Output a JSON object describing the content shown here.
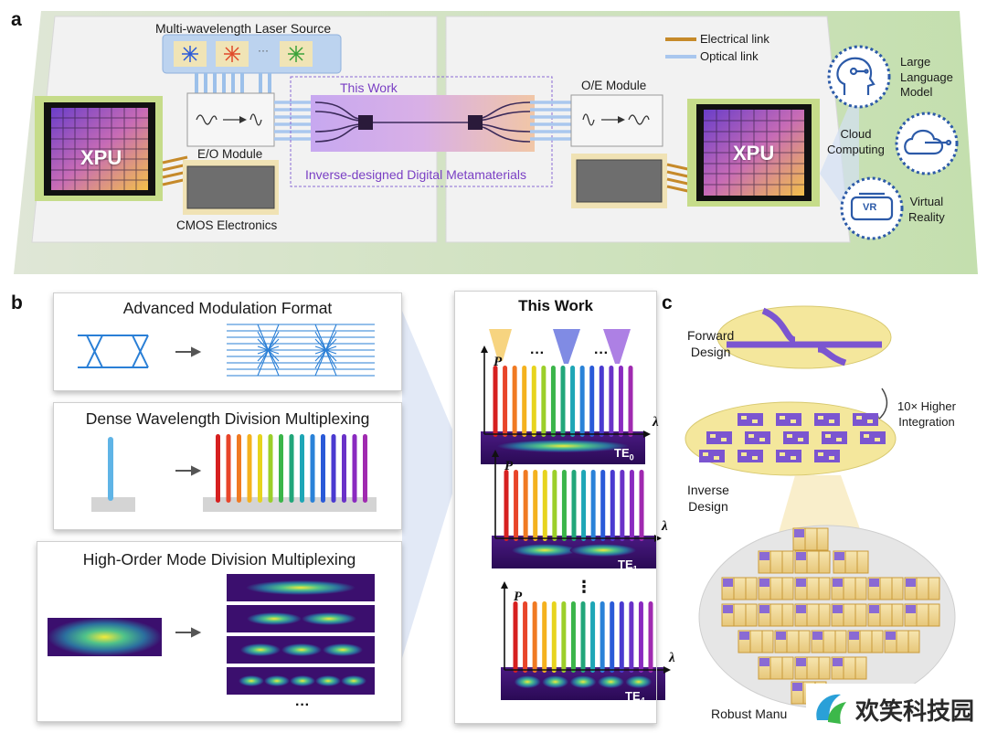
{
  "panel_a": {
    "letter": "a",
    "laser_source": "Multi-wavelength Laser Source",
    "laser_dots": "···",
    "this_work": "This Work",
    "inverse_designed": "Inverse-designed Digital Metamaterials",
    "eo_module": "E/O Module",
    "oe_module": "O/E Module",
    "cmos": "CMOS Electronics",
    "xpu_left": "XPU",
    "xpu_right": "XPU",
    "legend": {
      "electrical": "Electrical link",
      "optical": "Optical link"
    },
    "applications": [
      {
        "label_lines": [
          "Large",
          "Language",
          "Model"
        ],
        "icon": "brain-head-icon"
      },
      {
        "label_lines": [
          "Cloud",
          "Computing"
        ],
        "icon": "cloud-circuit-icon"
      },
      {
        "label_lines": [
          "Virtual",
          "Reality"
        ],
        "icon": "vr-headset-icon"
      }
    ],
    "vr_badge": "VR"
  },
  "panel_b": {
    "letter": "b",
    "cards": [
      {
        "title": "Advanced Modulation Format"
      },
      {
        "title": "Dense Wavelength Division Multiplexing"
      },
      {
        "title": "High-Order Mode Division Multiplexing",
        "ellipsis": "···"
      }
    ],
    "this_work": {
      "title": "This Work",
      "axis_p": "P",
      "axis_lambda": "λ",
      "dots": "···",
      "vdots": "⋮",
      "modes": [
        {
          "base": "TE",
          "sub": "0"
        },
        {
          "base": "TE",
          "sub": "1"
        },
        {
          "base": "TE",
          "sub": "4"
        }
      ]
    }
  },
  "panel_c": {
    "letter": "c",
    "forward_design": [
      "Forward",
      "Design"
    ],
    "integration": [
      "10× Higher",
      "Integration"
    ],
    "inverse_design": [
      "Inverse",
      "Design"
    ],
    "robust": "Robust Manu"
  },
  "watermark": "欢笑科技园",
  "colors": {
    "purple_label": "#7a3fc4",
    "board_green": "#cfe6c0",
    "ring_blue": "#2c5aa8",
    "mode_dark": "#3b0f6e",
    "mode_bright": "#f4ea3a"
  }
}
